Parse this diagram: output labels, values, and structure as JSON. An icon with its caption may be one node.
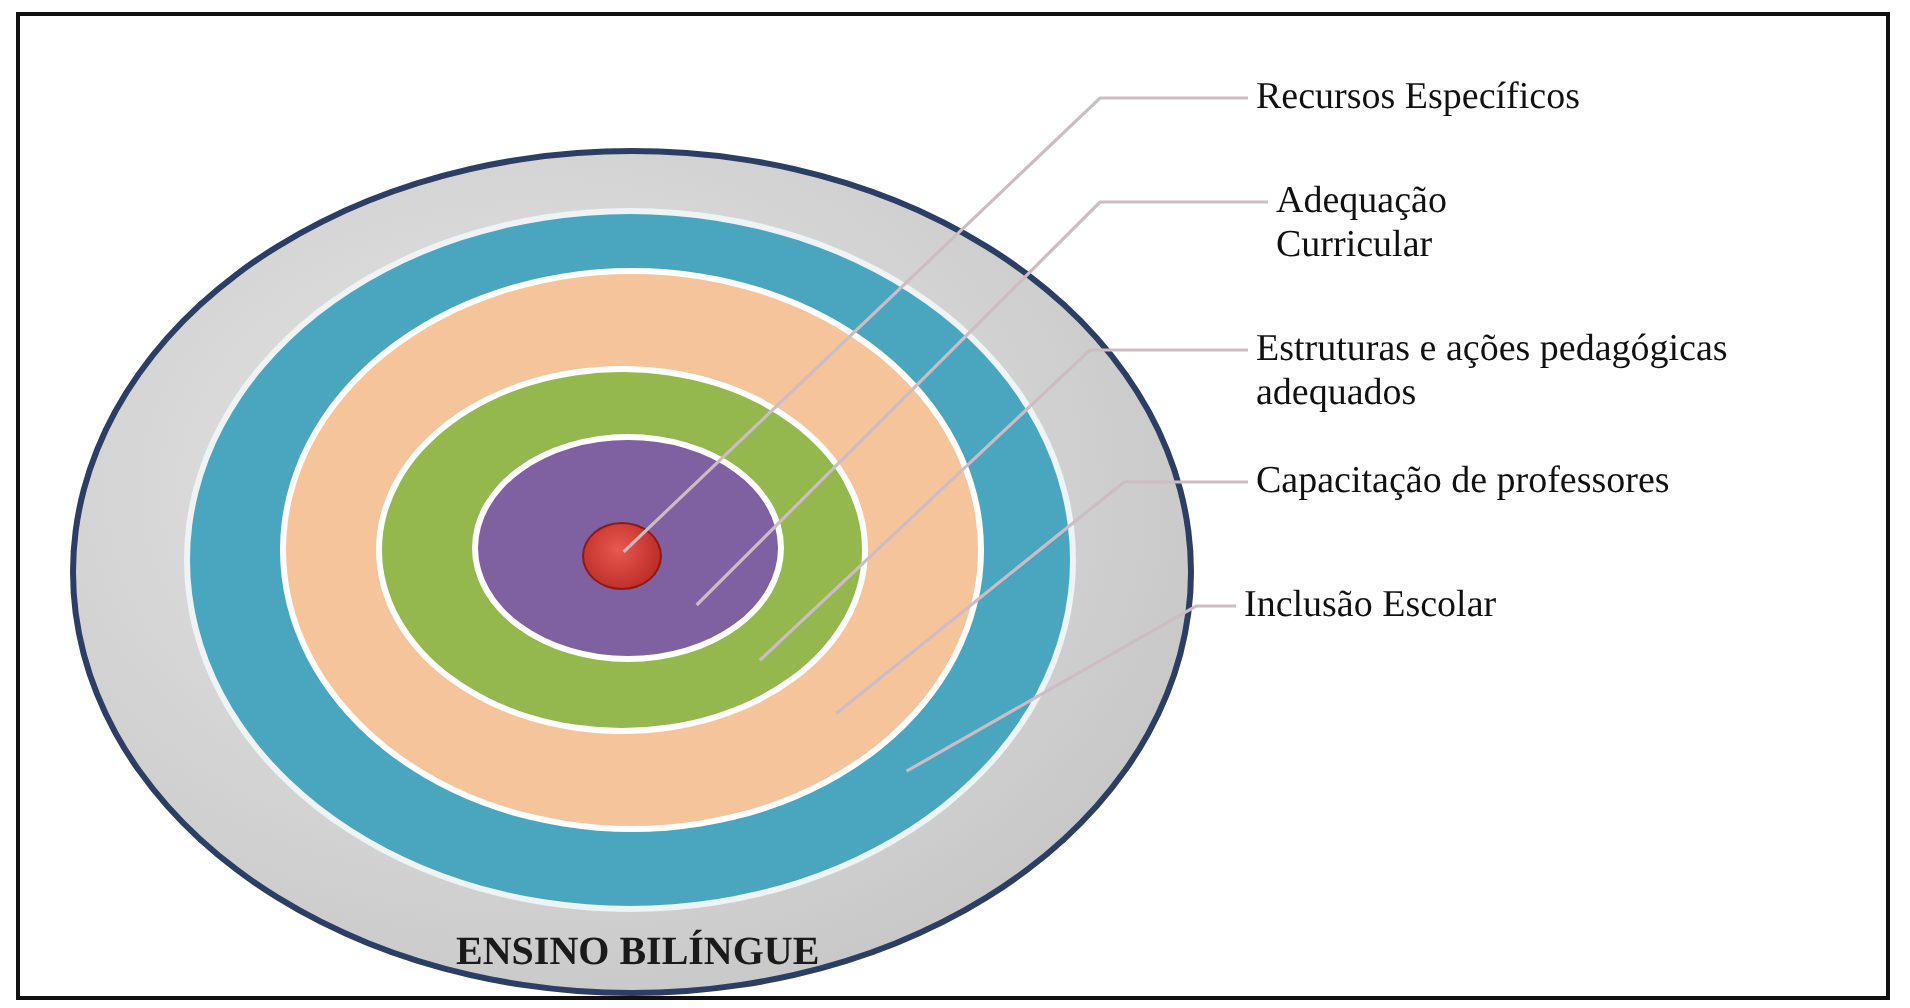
{
  "diagram": {
    "nodes": [
      {
        "text": [
          "ENSINO BILÍNGUE"
        ]
      },
      {
        "text": [],
        "shape": "ellipse",
        "in": 0
      },
      {
        "text": [],
        "shape": "ellipse",
        "in": 1
      },
      {
        "text": [],
        "shape": "ellipse",
        "in": 2
      },
      {
        "text": [],
        "shape": "ellipse",
        "in": 3
      },
      {
        "text": [],
        "shape": "ellipse",
        "in": 4
      },
      {
        "text": [
          "Recursos Específicos"
        ]
      },
      {
        "text": [
          "Adequação Curricular"
        ]
      },
      {
        "text": [
          "Estruturas e ações pedagógicas adequados"
        ]
      },
      {
        "text": [
          "Capacitação de professores"
        ]
      },
      {
        "text": [
          "Inclusão Escolar"
        ]
      }
    ],
    "edges": [
      {
        "from": 6,
        "to": 5,
        "arrow": "none"
      },
      {
        "from": 7,
        "to": 4,
        "arrow": "none"
      },
      {
        "from": 8,
        "to": 3,
        "arrow": "none"
      },
      {
        "from": 9,
        "to": 2,
        "arrow": "none"
      },
      {
        "from": 10,
        "to": 1,
        "arrow": "none"
      }
    ]
  }
}
